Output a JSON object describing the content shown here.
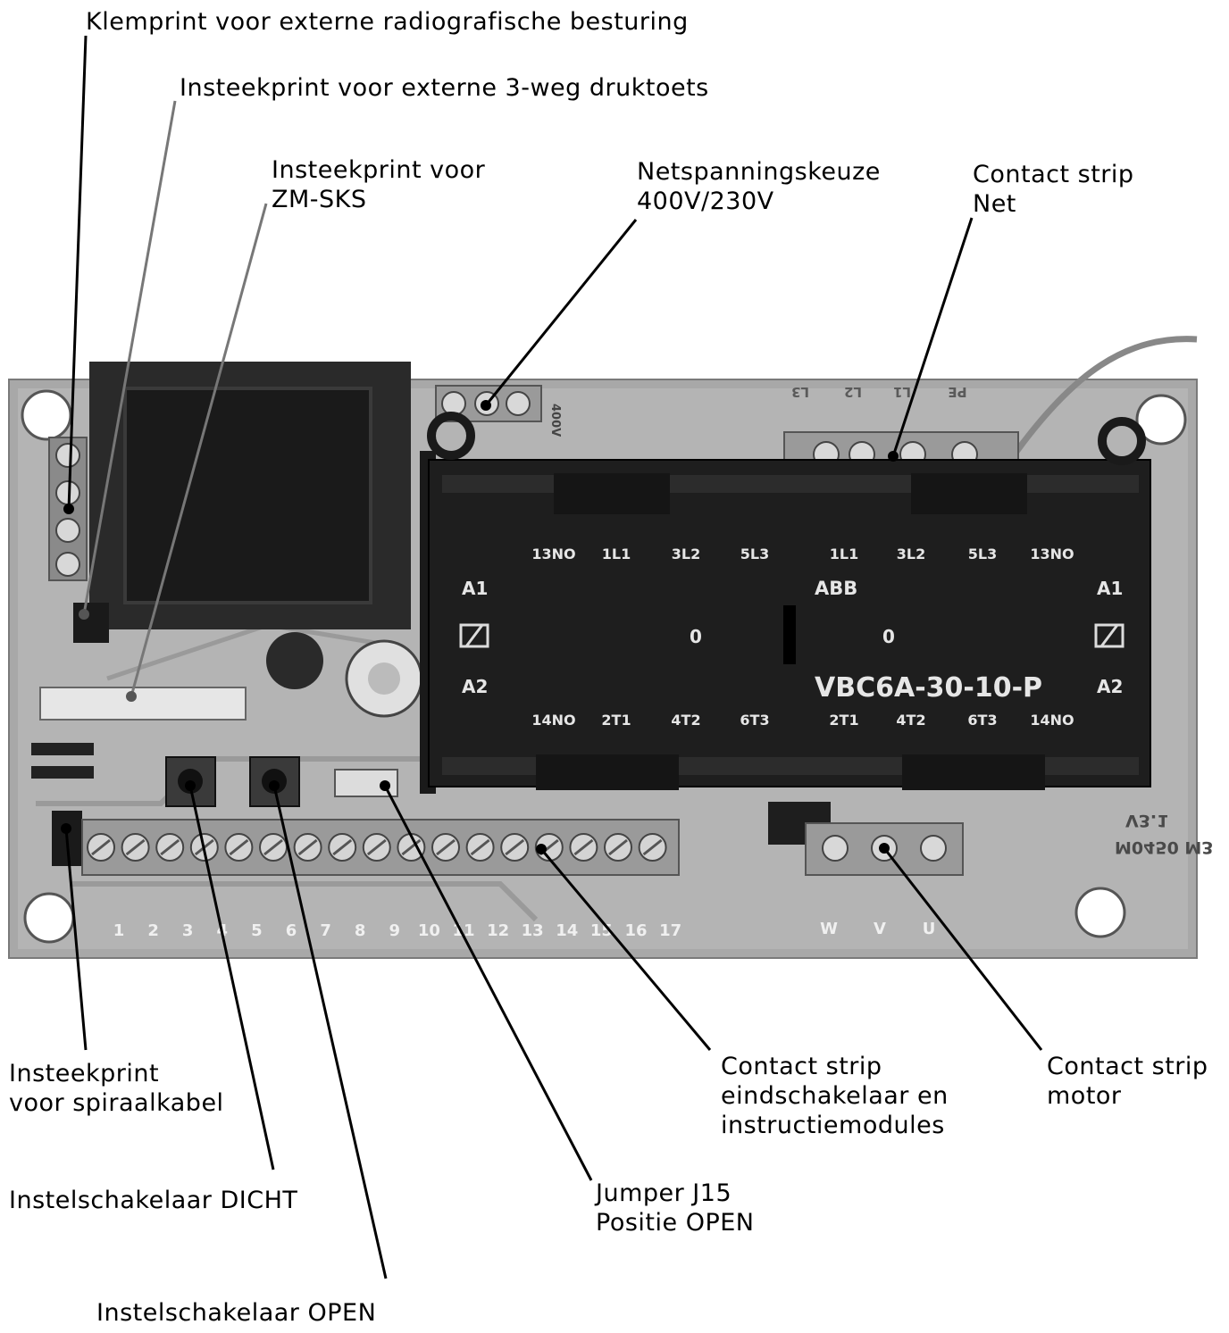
{
  "callouts": {
    "radio": {
      "lines": [
        "Klemprint voor externe radiografische besturing"
      ]
    },
    "threeway": {
      "lines": [
        "Insteekprint voor externe 3-weg druktoets"
      ]
    },
    "zmsks": {
      "lines": [
        "Insteekprint voor",
        "ZM-SKS"
      ]
    },
    "netspanning": {
      "lines": [
        "Netspanningskeuze",
        "400V/230V"
      ]
    },
    "net": {
      "lines": [
        "Contact strip",
        "Net"
      ]
    },
    "spiraal": {
      "lines": [
        "Insteekprint",
        "voor spiraalkabel"
      ]
    },
    "dicht": {
      "lines": [
        "Instelschakelaar DICHT"
      ]
    },
    "open": {
      "lines": [
        "Instelschakelaar OPEN"
      ]
    },
    "jumper": {
      "lines": [
        "Jumper J15",
        "Positie OPEN"
      ]
    },
    "eind": {
      "lines": [
        "Contact strip",
        "eindschakelaar en",
        "instructiemodules"
      ]
    },
    "motor": {
      "lines": [
        "Contact strip",
        "motor"
      ]
    }
  },
  "contactor": {
    "brand": "ABB",
    "model": "VBC6A-30-10-P",
    "coil_top": "A1",
    "coil_bottom": "A2",
    "zero": "0",
    "top_terminals": [
      "13NO",
      "1L1",
      "3L2",
      "5L3",
      "1L1",
      "3L2",
      "5L3",
      "13NO"
    ],
    "bottom_terminals": [
      "14NO",
      "2T1",
      "4T2",
      "6T3",
      "2T1",
      "4T2",
      "6T3",
      "14NO"
    ]
  },
  "board": {
    "terminal_numbers": [
      "1",
      "2",
      "3",
      "4",
      "5",
      "6",
      "7",
      "8",
      "9",
      "10",
      "11",
      "12",
      "13",
      "14",
      "15",
      "16",
      "17"
    ],
    "motor_terminals": [
      "W",
      "V",
      "U"
    ],
    "net_terminals": [
      "PE",
      "L1",
      "L2",
      "L3"
    ],
    "voltage_select_label": "400V",
    "board_code": "M0450 M3",
    "board_version": "V3.1"
  }
}
